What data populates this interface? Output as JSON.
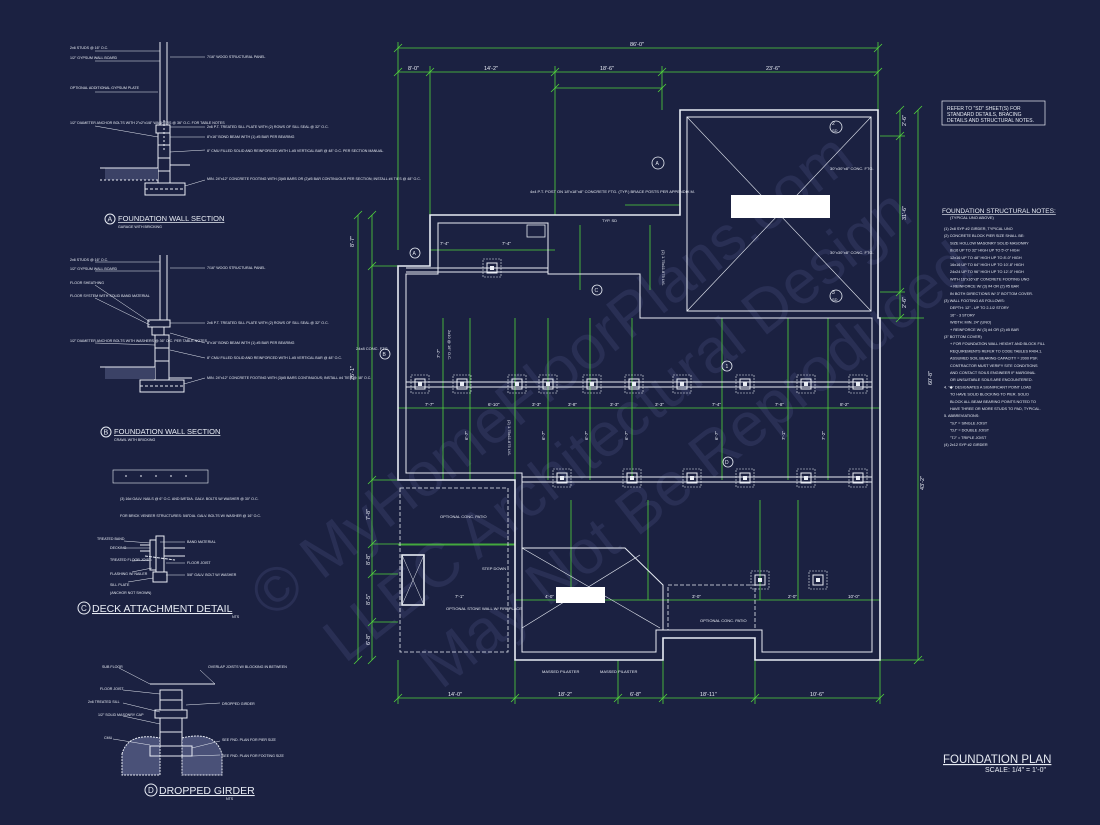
{
  "colors": {
    "background": "#1b2141",
    "linework": "#e8ecf4",
    "dimension": "#52d63c",
    "watermark": "#2e3559"
  },
  "watermark": {
    "line1": "© MyHomeFloorPlans.com",
    "line2": "LLEC Architectural Design",
    "line3": "May Not Be Reproduced"
  },
  "details": {
    "a": {
      "tag": "A",
      "title": "FOUNDATION WALL SECTION",
      "subtitle": "GARAGE WITH BRICKING",
      "notes_left": [
        "2x6 STUDS @ 16\" O.C.",
        "1/2\" GYPSUM WALL BOARD",
        "OPTIONAL ADDITIONAL GYPSUM PLATE",
        "1/2\" DIAMETER ANCHOR BOLTS WITH 2\"x2\"x1/8\" WASHERS @ 36\" O.C. FOR TABLE NOTES"
      ],
      "notes_right": [
        "7/16\" WOOD STRUCTURAL PANEL",
        "2x6 P.T. TREATED SILL PLATE WITH (2) ROWS OF SILL SEAL @ 32\" O.C.",
        "8\"x16\" BOND BEAM WITH (1) #5 BAR PER BEARING",
        "8\" CMU FILLED SOLID AND REINFORCED WITH 1-#5 VERTICAL BAR @ 48\" O.C. PER SECTION MANUAL",
        "MIN. 24\"x12\" CONCRETE FOOTING WITH (3)#5 BARS OR (2)#5 BAR CONTINUOUS PER SECTION; INSTALL #4 TIES @ 48\" O.C."
      ]
    },
    "b": {
      "tag": "B",
      "title": "FOUNDATION WALL SECTION",
      "subtitle": "CRAWL WITH BRICKING",
      "notes_left": [
        "2x6 STUDS @ 16\" O.C.",
        "1/2\" GYPSUM WALL BOARD",
        "FLOOR SHEATHING",
        "FLOOR SYSTEM WITH SOLID BAND MATERIAL",
        "1/2\" DIAMETER ANCHOR BOLTS WITH WASHERS @ 36\" O.C. PER TABLE NOTES"
      ],
      "notes_right": [
        "7/16\" WOOD STRUCTURAL PANEL",
        "2x6 P.T. TREATED SILL PLATE WITH (2) ROWS OF SILL SEAL @ 32\" O.C.",
        "8\"x16\" BOND BEAM WITH (1) #5 BAR PER BEARING",
        "8\" CMU FILLED SOLID AND REINFORCED WITH 1-#5 VERTICAL BAR @ 48\" O.C.",
        "MIN. 24\"x12\" CONCRETE FOOTING WITH (3)#5 BARS CONTINUOUS; INSTALL #4 TIES @ 48\" O.C."
      ]
    },
    "c": {
      "tag": "C",
      "title": "DECK ATTACHMENT DETAIL",
      "scale": "NTS",
      "note1": "(3) 16d GALV. NAILS @ 6\" O.C. AND 5/8\"DIA. GALV. BOLTS W/ WASHER @ 30\" O.C.",
      "note2": "FOR BRICK VENEER STRUCTURES: 5/8\"DIA. GALV. BOLTS W/ WASHER @ 16\" O.C.",
      "labels_left": [
        "TREATED BAND",
        "DECKING",
        "TREATED FLOOR JOIST",
        "FLASHING W/ NAILER",
        "SILL PLATE",
        "(ANCHOR NOT SHOWN)"
      ],
      "labels_right": [
        "BAND MATERIAL",
        "FLOOR JOIST",
        "5/8\" GALV. BOLT W/ WASHER"
      ]
    },
    "d": {
      "tag": "D",
      "title": "DROPPED GIRDER",
      "scale": "NTS",
      "labels_left": [
        "SUB FLOOR",
        "FLOOR JOIST",
        "2x6 TREATED SILL",
        "1/2\" SOLID MASONRY CAP",
        "CMU"
      ],
      "labels_right": [
        "OVERLAP JOISTS W/ BLOCKING IN BETWEEN",
        "DROPPED GIRDER",
        "SEE FND. PLAN FOR PIER SIZE",
        "SEE FND. PLAN FOR FOOTING SIZE"
      ]
    }
  },
  "plan": {
    "title": "FOUNDATION PLAN",
    "scale": "SCALE: 1/4\" = 1'-0\"",
    "overall_width": "86'-0\"",
    "overall_depth": "60'-8\"",
    "top_dims": [
      "8'-0\"",
      "14'-2\"",
      "18'-6\"",
      "23'-6\""
    ],
    "bottom_dims": [
      "14'-0\"",
      "18'-2\"",
      "6'-8\"",
      "18'-11\"",
      "10'-6\""
    ],
    "left_dims": [
      "8'-7\"",
      "26'-1\"",
      "7'-8\"",
      "8'-8\"",
      "8'-5\"",
      "6'-8\""
    ],
    "right_dims": [
      "2'-6\"",
      "31'-6\"",
      "2'-6\"",
      "43'-2\""
    ],
    "interior_dims": [
      "7'-7\"",
      "6'-10\"",
      "3'-3\"",
      "3'-8\"",
      "3'-3\"",
      "3'-3\"",
      "7'-4\"",
      "7'-8\"",
      "8'-2\"",
      "7'-7\"",
      "6'-7\"",
      "6'-7\"",
      "6'-7\"",
      "6'-7\"",
      "6'-7\"",
      "7'-1\"",
      "7'-2\"",
      "7'-1\"",
      "4'-0\"",
      "3'-0\"",
      "2'-0\"",
      "10'-0\"",
      "7'-4\"",
      "7'-4\""
    ],
    "callouts": {
      "post": "4x4 P.T. POST ON 18\"x18\"x8\" CONCRETE FTG. (TYP.) BRACE POSTS PER APPENDIX M.",
      "ftg_top": "30\"x30\"x8\" CONC. FTG.",
      "ftg_mid": "30\"x30\"x8\" CONC. FTG.",
      "ftg_left": "24x8 CONC. FTG.",
      "patio1": "OPTIONAL CONC. PATIO",
      "patio2": "OPTIONAL CONC. PATIO",
      "stone": "OPTIONAL STONE WALL W/ FIREPLACE",
      "step": "STEP DOWN",
      "pilaster1": "MASSED PILASTER",
      "pilaster2": "MASSED PILASTER",
      "typ": "TYP. SD",
      "beam1": "(2) 1.75x11.875 LVL",
      "beam2": "(2) 1.75x11.875 LVL",
      "joist_dir": "2x10 @ 16\" O.C."
    },
    "refer_note": "REFER TO \"SD\" SHEET(S) FOR STANDARD DETAILS, BRACING DETAILS AND STRUCTURAL NOTES.",
    "tags": [
      "A",
      "B",
      "C",
      "D",
      "1",
      "2",
      "3",
      "A",
      "SD",
      "SD"
    ]
  },
  "notes": {
    "title": "FOUNDATION STRUCTURAL NOTES:",
    "subtitle": "(TYPICAL UNO ABOVE)",
    "items": [
      "(1) 2x8 SYP #2 GIRDER, TYPICAL UNO",
      "(2) CONCRETE BLOCK PIER SIZE SHALL BE:",
      "SIZE   HOLLOW MASONRY   SOLID MASONRY",
      "8x16      UP TO 32\" HIGH       UP TO 5'-0\" HIGH",
      "12x16    UP TO 48\" HIGH       UP TO 8'-0\" HIGH",
      "16x16    UP TO 64\" HIGH       UP TO 10'-8\" HIGH",
      "24x24    UP TO 96\" HIGH       UP TO 12'-0\" HIGH",
      "WITH 16\"x16\"x8\" CONCRETE FOOTING UNO",
      "+ REINFORCE W/ (3) #4 OR (2) #5 BAR",
      "IN BOTH DIRECTIONS W/ 3\" BOTTOM COVER.",
      "(3) WALL FOOTING AS FOLLOWS:",
      "DEPTH: 12\" - UP TO 2-1/2 STORY",
      "16\" - 3 STORY",
      "WIDTH: MIN. 24\" (UNO)",
      "+ REINFORCE W/ (3) #4 OR (2) #5 BAR",
      "(3\" BOTTOM COVER)",
      "+ FOR FOUNDATION WALL HEIGHT AND BLOCK FILL",
      "REQUIREMENTS REFER TO CODE TABLES R404.1.",
      "ASSUMED SOIL BEARING CAPACITY = 2000 PSF.",
      "CONTRACTOR MUST VERIFY SITE CONDITIONS",
      "AND CONTACT SOILS ENGINEER IF MARGINAL",
      "OR UNSUITABLE SOILS ARE ENCOUNTERED.",
      "4. \"◆\" DESIGNATES A SIGNIFICANT POINT LOAD",
      "TO HAVE SOLID BLOCKING TO PIER. SOLID",
      "BLOCK ALL BEAM BEARING POINTS NOTED TO",
      "HAVE THREE OR MORE STUDS TO PAD, TYPICAL.",
      "5. ABBREVIATIONS:",
      "\"SJ\" = SINGLE JOIST",
      "\"DJ\" = DOUBLE JOIST",
      "\"TJ\" = TRIPLE JOIST",
      "(4) 2x12 SYP #2 GIRDER"
    ]
  }
}
